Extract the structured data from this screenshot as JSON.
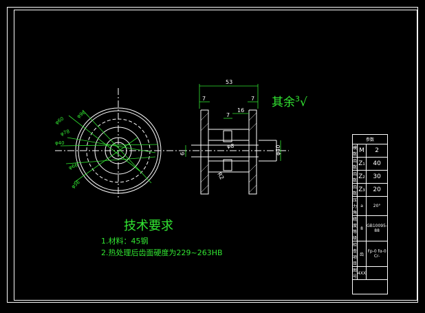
{
  "drawing": {
    "technical_requirements": {
      "title": "技术要求",
      "items": [
        "1.材料：45钢",
        "2.热处理后齿面硬度为229~263HB"
      ]
    },
    "surface_finish": {
      "text": "其余",
      "value": "3"
    },
    "dimensions": {
      "overall_width": "53",
      "rim_width_left": "7",
      "rim_width_right": "7",
      "hub_offset": "7",
      "hub_step": "16",
      "bore": "φ8",
      "shaft": "φ40",
      "radius": "R2",
      "left_small": "6",
      "diam_labels": [
        "φ96",
        "φ60",
        "φ78",
        "φ40",
        "φ66",
        "φ56"
      ]
    },
    "param_table": {
      "header": "参数",
      "rows": [
        {
          "label": "模数",
          "sym": "M",
          "val": "2"
        },
        {
          "label": "齿数",
          "sym": "Z₁",
          "val": "40"
        },
        {
          "label": "齿数",
          "sym": "Z₂",
          "val": "30"
        },
        {
          "label": "齿数",
          "sym": "Z₃",
          "val": "20"
        },
        {
          "label": "压力角",
          "sym": "a",
          "val": "20°"
        }
      ],
      "row_accuracy": {
        "label": "精度等级",
        "sym": "8",
        "val": "GB10095-88"
      },
      "row_check": {
        "label": "检查项目",
        "sym": "齿",
        "val": "Fp-0 fα-0 Cr-"
      },
      "row_drawing": {
        "label": "图号",
        "sym": "4XX",
        "val": ""
      }
    },
    "colors": {
      "line": "#ffffff",
      "dimension": "#32e632",
      "background": "#000000"
    }
  }
}
